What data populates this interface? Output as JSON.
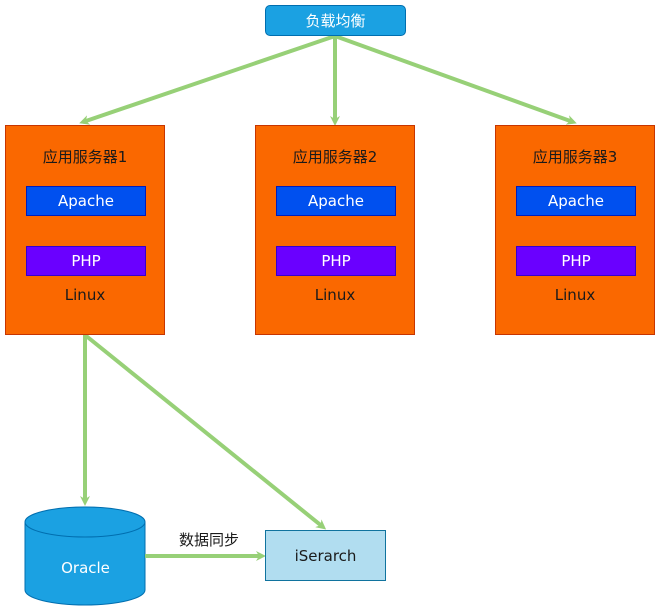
{
  "load_balancer": {
    "label": "负载均衡"
  },
  "servers": [
    {
      "title": "应用服务器1",
      "web": "Apache",
      "lang": "PHP",
      "os": "Linux"
    },
    {
      "title": "应用服务器2",
      "web": "Apache",
      "lang": "PHP",
      "os": "Linux"
    },
    {
      "title": "应用服务器3",
      "web": "Apache",
      "lang": "PHP",
      "os": "Linux"
    }
  ],
  "database": {
    "label": "Oracle"
  },
  "search": {
    "label": "iSerarch"
  },
  "sync": {
    "label": "数据同步"
  },
  "colors": {
    "arrow": "#97d077",
    "load_balancer": "#1ba1e2",
    "server": "#fa6800",
    "apache": "#0050ef",
    "php": "#6a00ff",
    "database": "#1ba1e2",
    "search": "#b1ddf0"
  }
}
